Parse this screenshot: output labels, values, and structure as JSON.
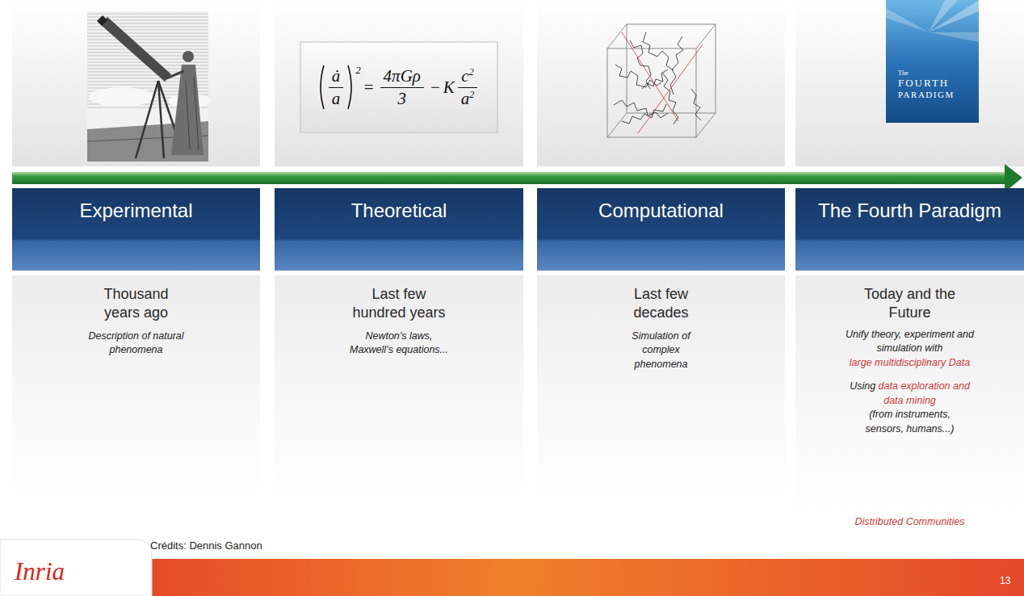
{
  "diagram": {
    "nodes": [
      {
        "text": [
          "Experimental",
          "Thousand years ago",
          "Description of natural phenomena"
        ]
      },
      {
        "text": [
          "Theoretical",
          "Last few hundred years",
          "Newton’s laws, Maxwell’s equations..."
        ]
      },
      {
        "text": [
          "Computational",
          "Last few decades",
          "Simulation of complex phenomena"
        ]
      },
      {
        "text": [
          "The Fourth Paradigm",
          "Today and the Future",
          "Unify theory, experiment and simulation with",
          "large multidisciplinary Data",
          "Using",
          "data exploration and data mining",
          "(from instruments, sensors, humans...)",
          "Distributed Communities"
        ]
      }
    ],
    "labels": [
      "Crédits: Dennis Gannon",
      "13",
      "Inria",
      "The",
      "FOURTH",
      "PARADIGM",
      "ȧ",
      "a",
      "2",
      "=",
      "4πGρ",
      "3",
      "−",
      "K",
      "c",
      "2",
      "a",
      "2"
    ]
  }
}
